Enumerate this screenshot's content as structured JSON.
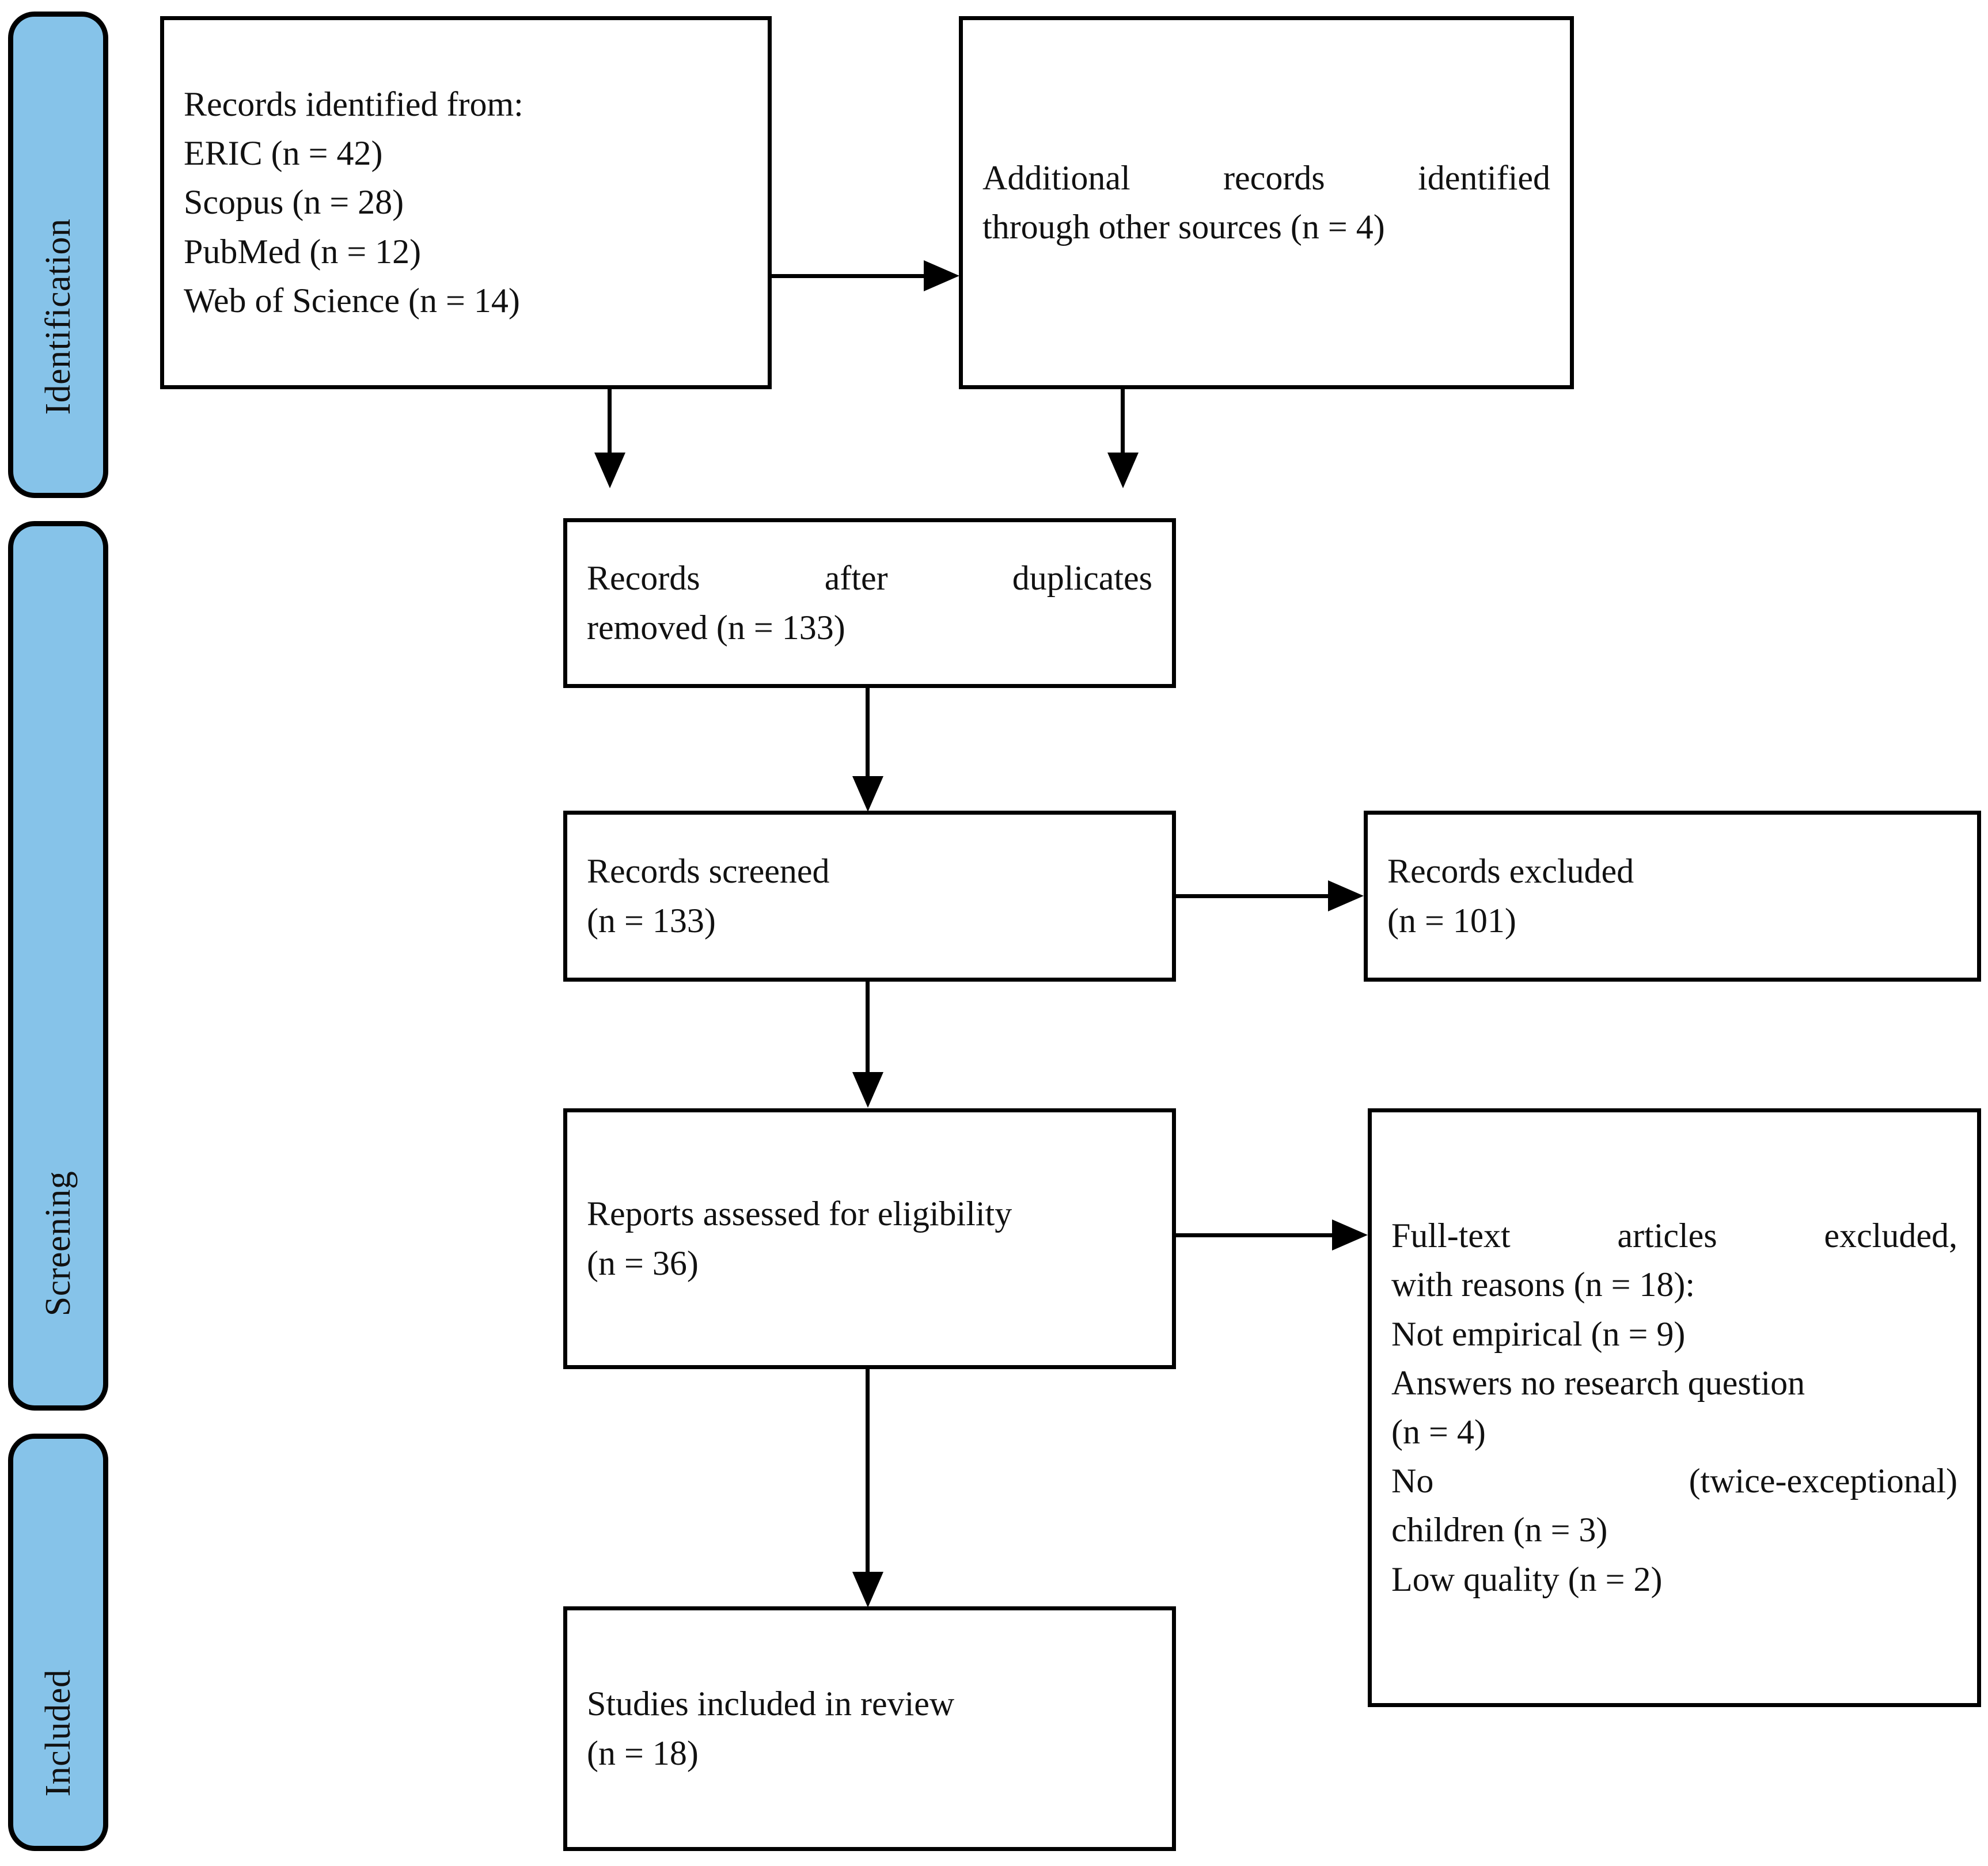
{
  "diagram": {
    "type": "prisma-flow-diagram",
    "title": "PRISMA flow diagram",
    "accent_color": "#86C3E9",
    "line_color": "#000000",
    "background_color": "#FFFFFF"
  },
  "stages": [
    {
      "id": "identification",
      "label": "Identification"
    },
    {
      "id": "screening",
      "label": "Screening"
    },
    {
      "id": "included",
      "label": "Included"
    }
  ],
  "boxes": {
    "records_identified": {
      "id": "records-identified",
      "lines": [
        "Records identified from:",
        "ERIC (n = 42)",
        "Scopus (n = 28)",
        "PubMed (n = 12)",
        "Web of Science (n = 14)"
      ]
    },
    "additional_records": {
      "id": "additional-records",
      "lines": [
        "Additional records identified",
        "through other sources (n = 4)"
      ]
    },
    "duplicates_removed": {
      "id": "duplicates-removed",
      "lines": [
        "Records after duplicates",
        "removed (n = 133)"
      ]
    },
    "records_screened": {
      "id": "records-screened",
      "lines": [
        "Records screened",
        "(n = 133)"
      ]
    },
    "records_excluded": {
      "id": "records-excluded",
      "lines": [
        "Records excluded",
        "(n = 101)"
      ]
    },
    "reports_assessed": {
      "id": "reports-assessed",
      "lines": [
        "Reports assessed for eligibility",
        "(n = 36)"
      ]
    },
    "fulltext_excluded": {
      "id": "fulltext-excluded",
      "lines": [
        "Full-text articles excluded,",
        "with reasons (n = 18):",
        "Not empirical (n = 9)",
        "Answers no research question",
        "(n = 4)",
        "No (twice-exceptional)",
        "children (n = 3)",
        "Low quality (n = 2)"
      ]
    },
    "studies_included": {
      "id": "studies-included",
      "lines": [
        "Studies included in review",
        "(n = 18)"
      ]
    }
  },
  "chart_data": {
    "type": "diagram",
    "title": "PRISMA flow diagram",
    "nodes": [
      {
        "id": "records_identified",
        "stage": "Identification",
        "label": "Records identified from",
        "counts": {
          "ERIC": 42,
          "Scopus": 28,
          "PubMed": 12,
          "Web of Science": 14
        }
      },
      {
        "id": "additional_records",
        "stage": "Identification",
        "label": "Additional records identified through other sources",
        "n": 4
      },
      {
        "id": "duplicates_removed",
        "stage": "Screening",
        "label": "Records after duplicates removed",
        "n": 133
      },
      {
        "id": "records_screened",
        "stage": "Screening",
        "label": "Records screened",
        "n": 133
      },
      {
        "id": "records_excluded",
        "stage": "Screening",
        "label": "Records excluded",
        "n": 101
      },
      {
        "id": "reports_assessed",
        "stage": "Screening",
        "label": "Reports assessed for eligibility",
        "n": 36
      },
      {
        "id": "fulltext_excluded",
        "stage": "Screening",
        "label": "Full-text articles excluded, with reasons",
        "n": 18,
        "reasons": [
          {
            "reason": "Not empirical",
            "n": 9
          },
          {
            "reason": "Answers no research question",
            "n": 4
          },
          {
            "reason": "No (twice-exceptional) children",
            "n": 3
          },
          {
            "reason": "Low quality",
            "n": 2
          }
        ]
      },
      {
        "id": "studies_included",
        "stage": "Included",
        "label": "Studies included in review",
        "n": 18
      }
    ],
    "edges": [
      {
        "from": "records_identified",
        "to": "additional_records",
        "direction": "right"
      },
      {
        "from": "records_identified",
        "to": "duplicates_removed",
        "direction": "down"
      },
      {
        "from": "additional_records",
        "to": "duplicates_removed",
        "direction": "down"
      },
      {
        "from": "duplicates_removed",
        "to": "records_screened",
        "direction": "down"
      },
      {
        "from": "records_screened",
        "to": "records_excluded",
        "direction": "right"
      },
      {
        "from": "records_screened",
        "to": "reports_assessed",
        "direction": "down"
      },
      {
        "from": "reports_assessed",
        "to": "fulltext_excluded",
        "direction": "right"
      },
      {
        "from": "reports_assessed",
        "to": "studies_included",
        "direction": "down"
      }
    ]
  }
}
